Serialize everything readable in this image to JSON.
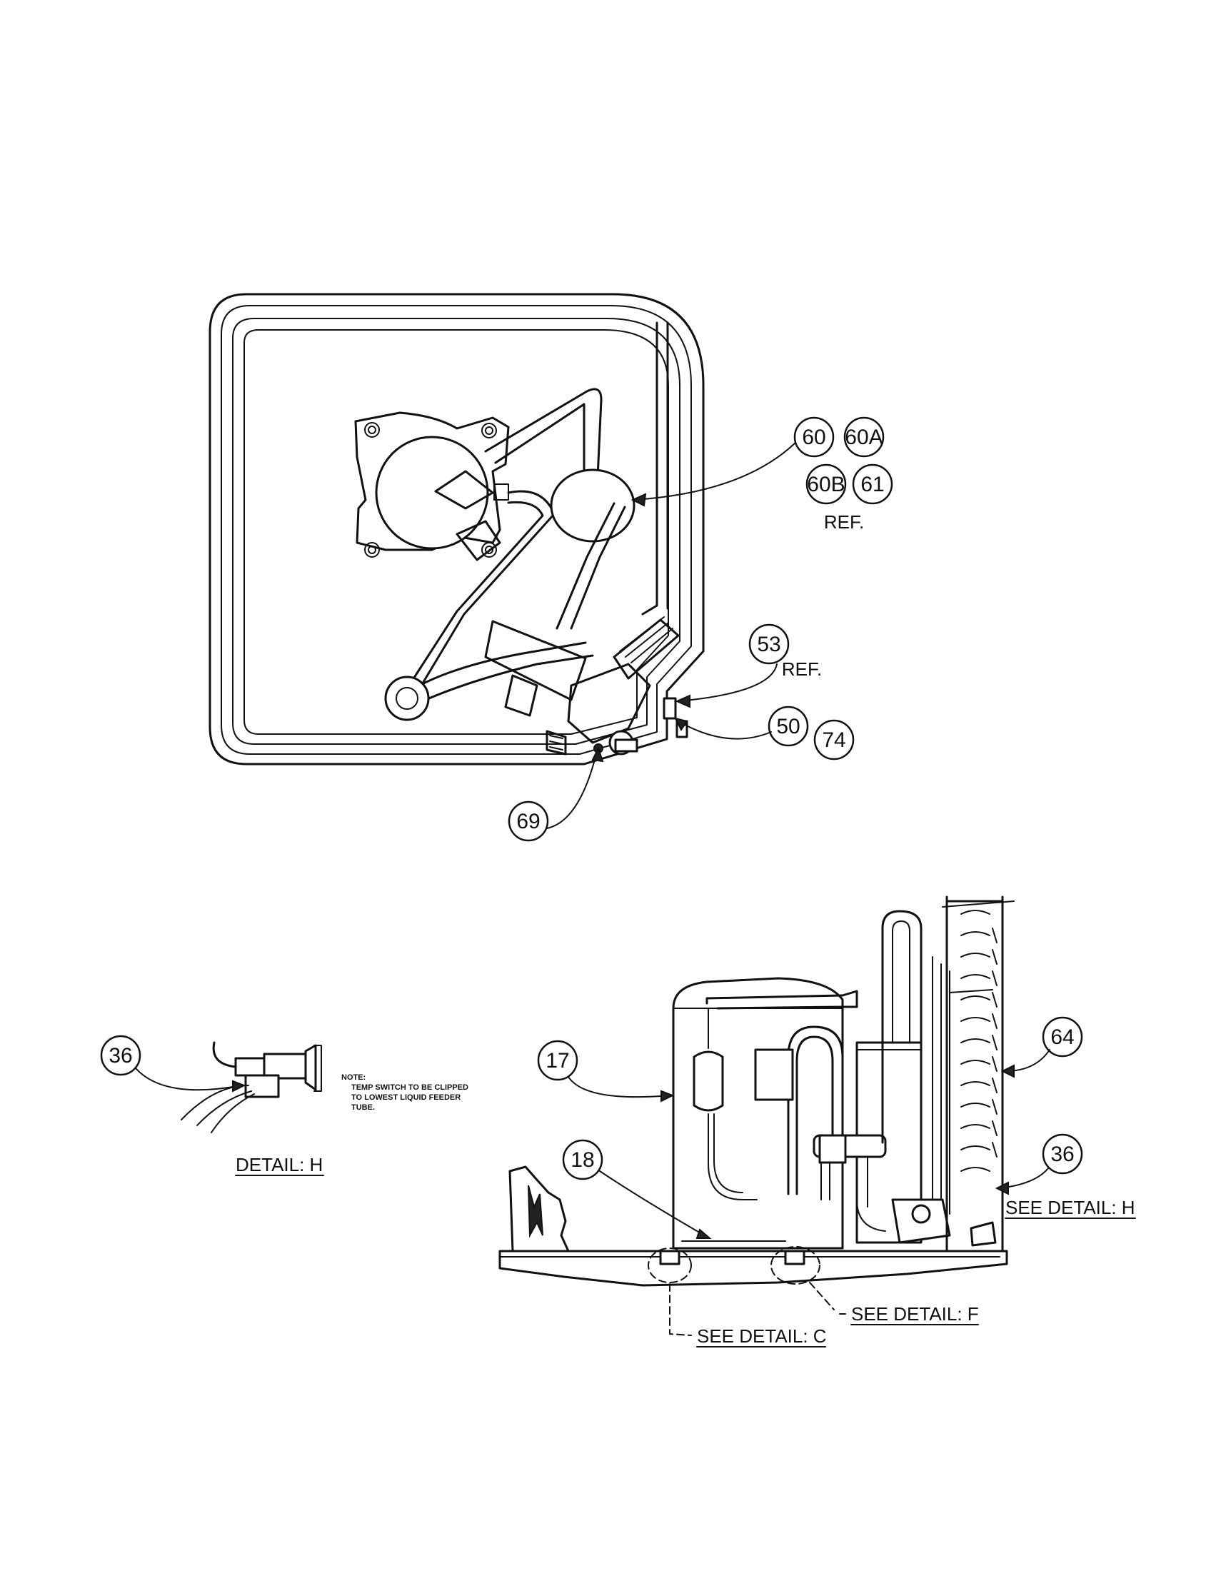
{
  "callouts": {
    "c60": "60",
    "c60a": "60A",
    "c60b": "60B",
    "c61": "61",
    "c53": "53",
    "c50": "50",
    "c74": "74",
    "c69": "69",
    "c36_detail": "36",
    "c36_side": "36",
    "c17": "17",
    "c18": "18",
    "c64": "64"
  },
  "labels": {
    "ref_60": "REF.",
    "ref_53": "REF.",
    "see_detail_h": "SEE DETAIL: H",
    "see_detail_f": "SEE DETAIL: F",
    "see_detail_c": "SEE DETAIL: C",
    "detail_h_title": "DETAIL: H"
  },
  "note": {
    "line1": "NOTE:",
    "line2": "TEMP SWITCH TO BE CLIPPED",
    "line3": "TO LOWEST LIQUID FEEDER",
    "line4": "TUBE."
  },
  "colors": {
    "ink": "#111111",
    "paper": "#ffffff"
  }
}
